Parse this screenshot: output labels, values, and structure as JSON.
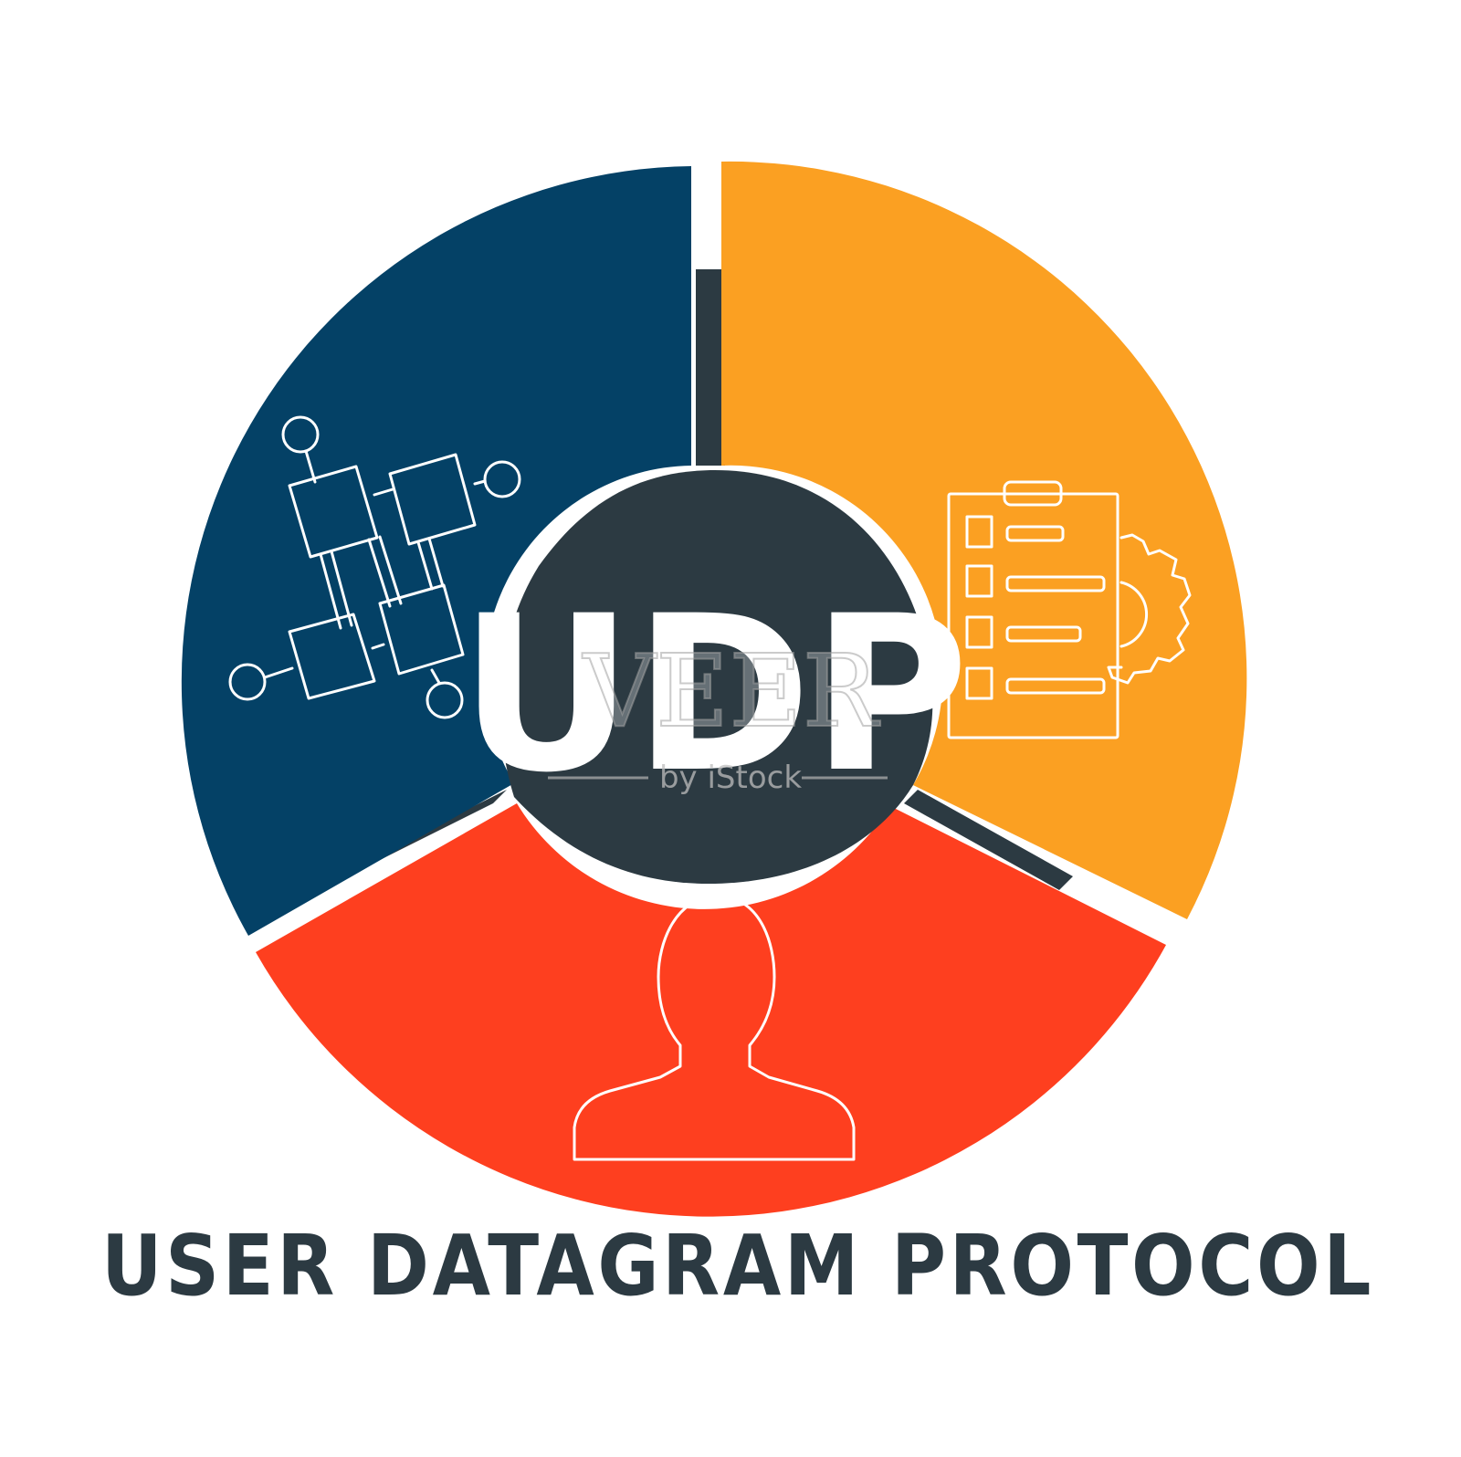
{
  "diagram": {
    "center_label": "UDP",
    "title": "USER DATAGRAM PROTOCOL",
    "segments": [
      {
        "name": "network-segment",
        "color": "#044166",
        "icon": "network-nodes-icon"
      },
      {
        "name": "settings-segment",
        "color": "#fba022",
        "icon": "checklist-gear-icon"
      },
      {
        "name": "user-segment",
        "color": "#fe3f1f",
        "icon": "user-silhouette-icon"
      }
    ],
    "hub_color": "#2c3a42"
  },
  "watermark": {
    "brand": "VEER",
    "sub": "by iStock"
  }
}
